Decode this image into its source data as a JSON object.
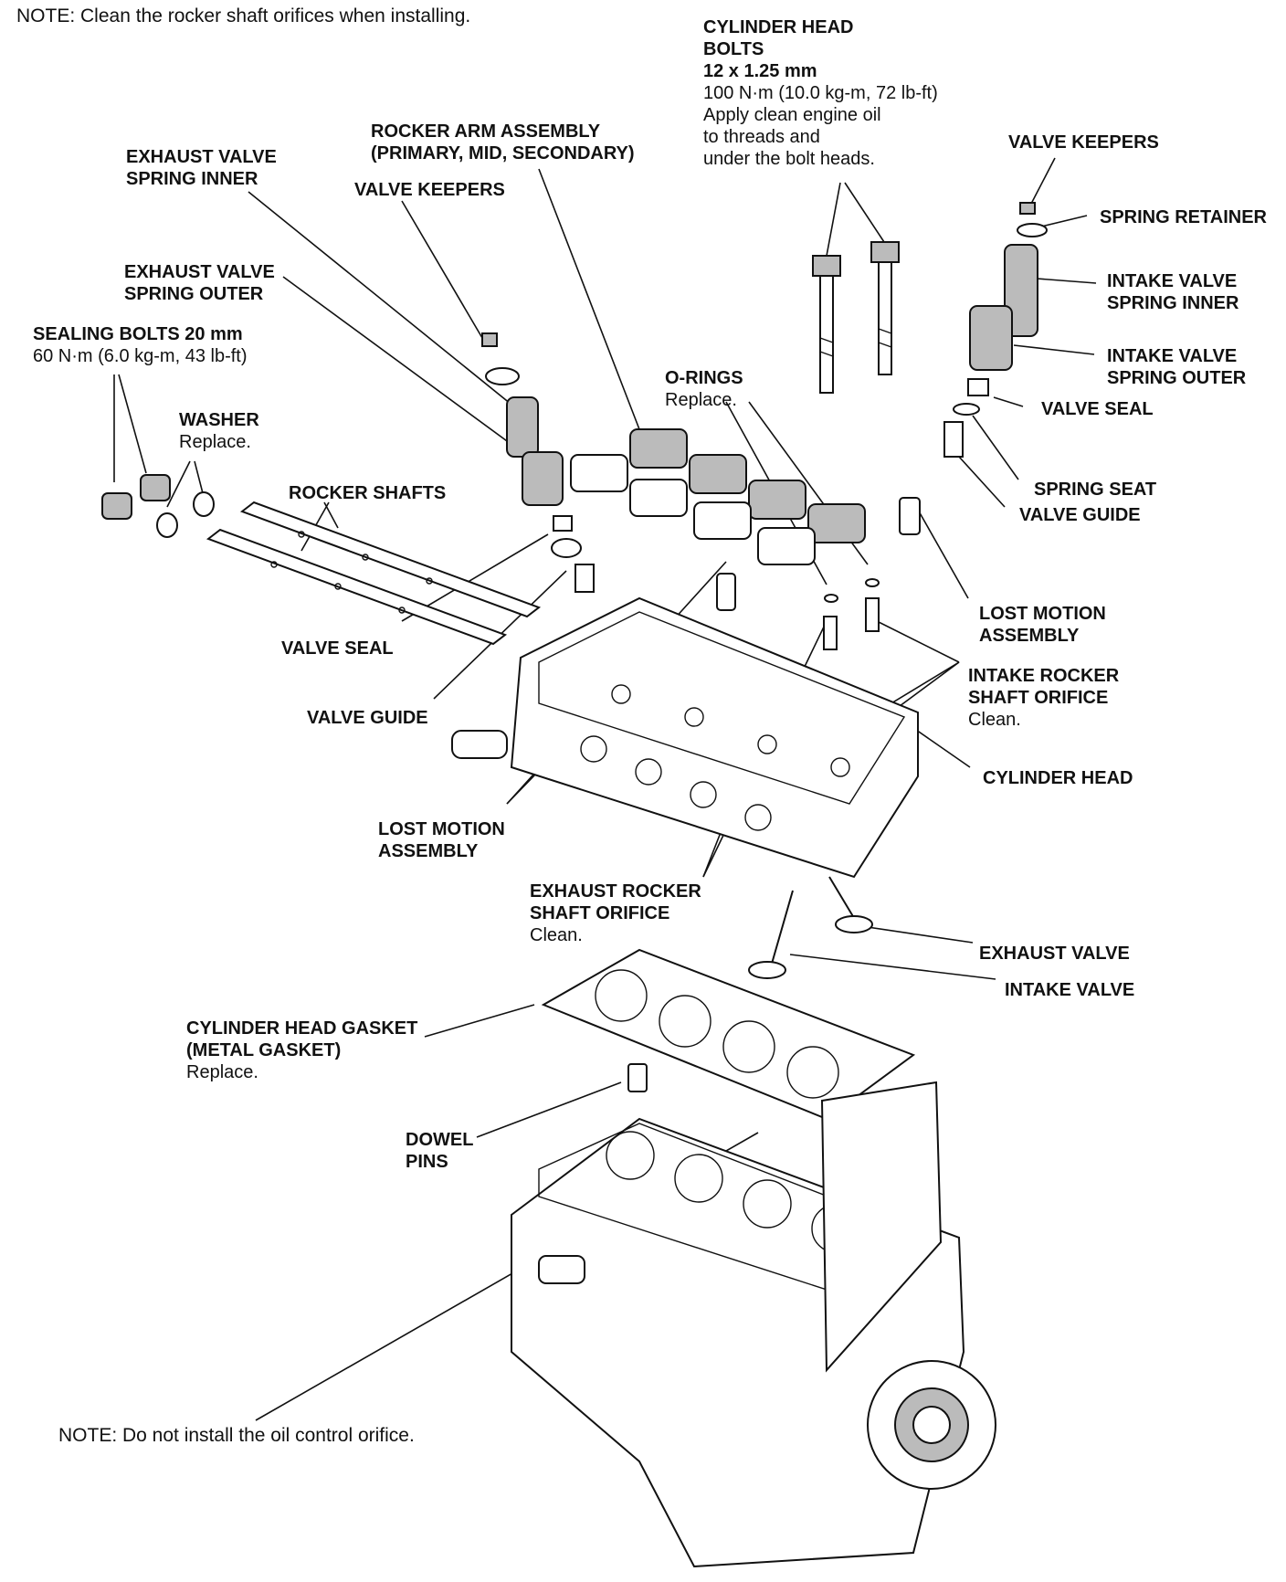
{
  "notes": {
    "top": "NOTE:  Clean the rocker shaft orifices when installing.",
    "bottom": "NOTE:  Do not install the oil control orifice."
  },
  "labels": {
    "cyl_head_bolts": [
      "CYLINDER HEAD",
      "BOLTS",
      "12 x 1.25 mm"
    ],
    "cyl_head_bolts_spec": [
      "100 N·m (10.0 kg-m, 72 lb-ft)",
      "Apply clean engine oil",
      "to threads and",
      "under the bolt heads."
    ],
    "rocker_arm_assembly": [
      "ROCKER ARM ASSEMBLY",
      "(PRIMARY, MID, SECONDARY)"
    ],
    "exhaust_spring_inner": [
      "EXHAUST VALVE",
      "SPRING INNER"
    ],
    "valve_keepers_left": [
      "VALVE KEEPERS"
    ],
    "valve_keepers_right": [
      "VALVE KEEPERS"
    ],
    "spring_retainer": [
      "SPRING RETAINER"
    ],
    "exhaust_spring_outer": [
      "EXHAUST VALVE",
      "SPRING OUTER"
    ],
    "intake_spring_inner": [
      "INTAKE VALVE",
      "SPRING INNER"
    ],
    "sealing_bolts": [
      "SEALING BOLTS 20 mm"
    ],
    "sealing_bolts_spec": [
      "60 N·m (6.0 kg-m, 43 lb-ft)"
    ],
    "intake_spring_outer": [
      "INTAKE VALVE",
      "SPRING OUTER"
    ],
    "o_rings": [
      "O-RINGS"
    ],
    "o_rings_note": [
      "Replace."
    ],
    "washer": [
      "WASHER"
    ],
    "washer_note": [
      "Replace."
    ],
    "valve_seal_right": [
      "VALVE SEAL"
    ],
    "spring_seat": [
      "SPRING SEAT"
    ],
    "rocker_shafts": [
      "ROCKER SHAFTS"
    ],
    "valve_guide_right": [
      "VALVE GUIDE"
    ],
    "lost_motion_right": [
      "LOST MOTION",
      "ASSEMBLY"
    ],
    "valve_seal_left": [
      "VALVE SEAL"
    ],
    "intake_rocker_orifice": [
      "INTAKE ROCKER",
      "SHAFT ORIFICE"
    ],
    "intake_rocker_orifice_note": [
      "Clean."
    ],
    "valve_guide_left": [
      "VALVE GUIDE"
    ],
    "cylinder_head": [
      "CYLINDER HEAD"
    ],
    "lost_motion_left": [
      "LOST MOTION",
      "ASSEMBLY"
    ],
    "exhaust_rocker_orifice": [
      "EXHAUST ROCKER",
      "SHAFT ORIFICE"
    ],
    "exhaust_rocker_orifice_note": [
      "Clean."
    ],
    "exhaust_valve": [
      "EXHAUST VALVE"
    ],
    "intake_valve": [
      "INTAKE VALVE"
    ],
    "head_gasket": [
      "CYLINDER HEAD GASKET",
      "(METAL GASKET)"
    ],
    "head_gasket_note": [
      "Replace."
    ],
    "dowel_pins": [
      "DOWEL",
      "PINS"
    ]
  }
}
